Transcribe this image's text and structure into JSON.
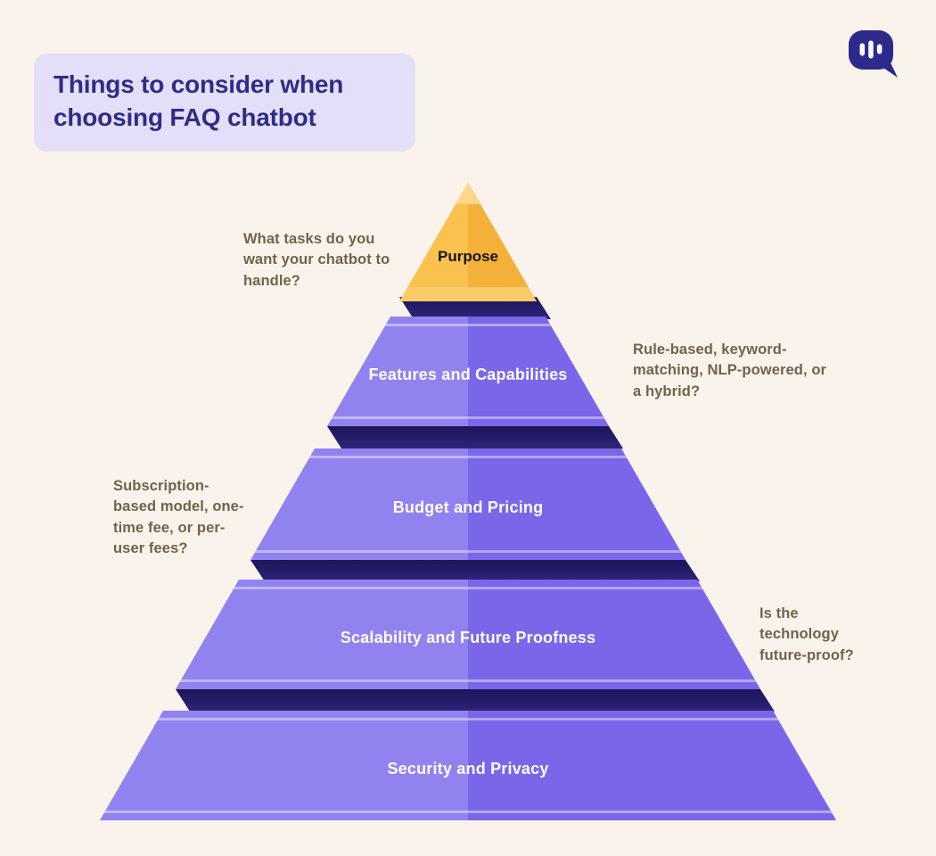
{
  "background_color": "#FAF3EB",
  "title": {
    "text": "Things to consider when choosing FAQ chatbot",
    "box_color": "#E3DFF8",
    "text_color": "#302C85"
  },
  "logo": {
    "icon": "chat-bubble-logo",
    "color": "#2D2A8C"
  },
  "colors": {
    "purple_light": "#9183EF",
    "purple_dark": "#7B66E9",
    "shadow_navy": "#251D6B",
    "yellow_light": "#FBC14E",
    "yellow_dark": "#F4B13A",
    "annotation_text": "#6E644B",
    "tier_label_text": "#FDFDFE"
  },
  "chart_data": {
    "type": "pyramid",
    "title": "Things to consider when choosing FAQ chatbot",
    "levels": [
      {
        "rank": 1,
        "label": "Purpose",
        "color": "yellow",
        "annotation": {
          "side": "left",
          "text": "What tasks do you want your chatbot to handle?"
        }
      },
      {
        "rank": 2,
        "label": "Features and Capabilities",
        "color": "purple",
        "annotation": {
          "side": "right",
          "text": "Rule-based, keyword-matching, NLP-powered, or a hybrid?"
        }
      },
      {
        "rank": 3,
        "label": "Budget and Pricing",
        "color": "purple",
        "annotation": {
          "side": "left",
          "text": "Subscription-based model, one-time fee, or per-user fees?"
        }
      },
      {
        "rank": 4,
        "label": "Scalability and Future Proofness",
        "color": "purple",
        "annotation": {
          "side": "right",
          "text": "Is the technology future-proof?"
        }
      },
      {
        "rank": 5,
        "label": "Security and Privacy",
        "color": "purple",
        "annotation": null
      }
    ]
  }
}
